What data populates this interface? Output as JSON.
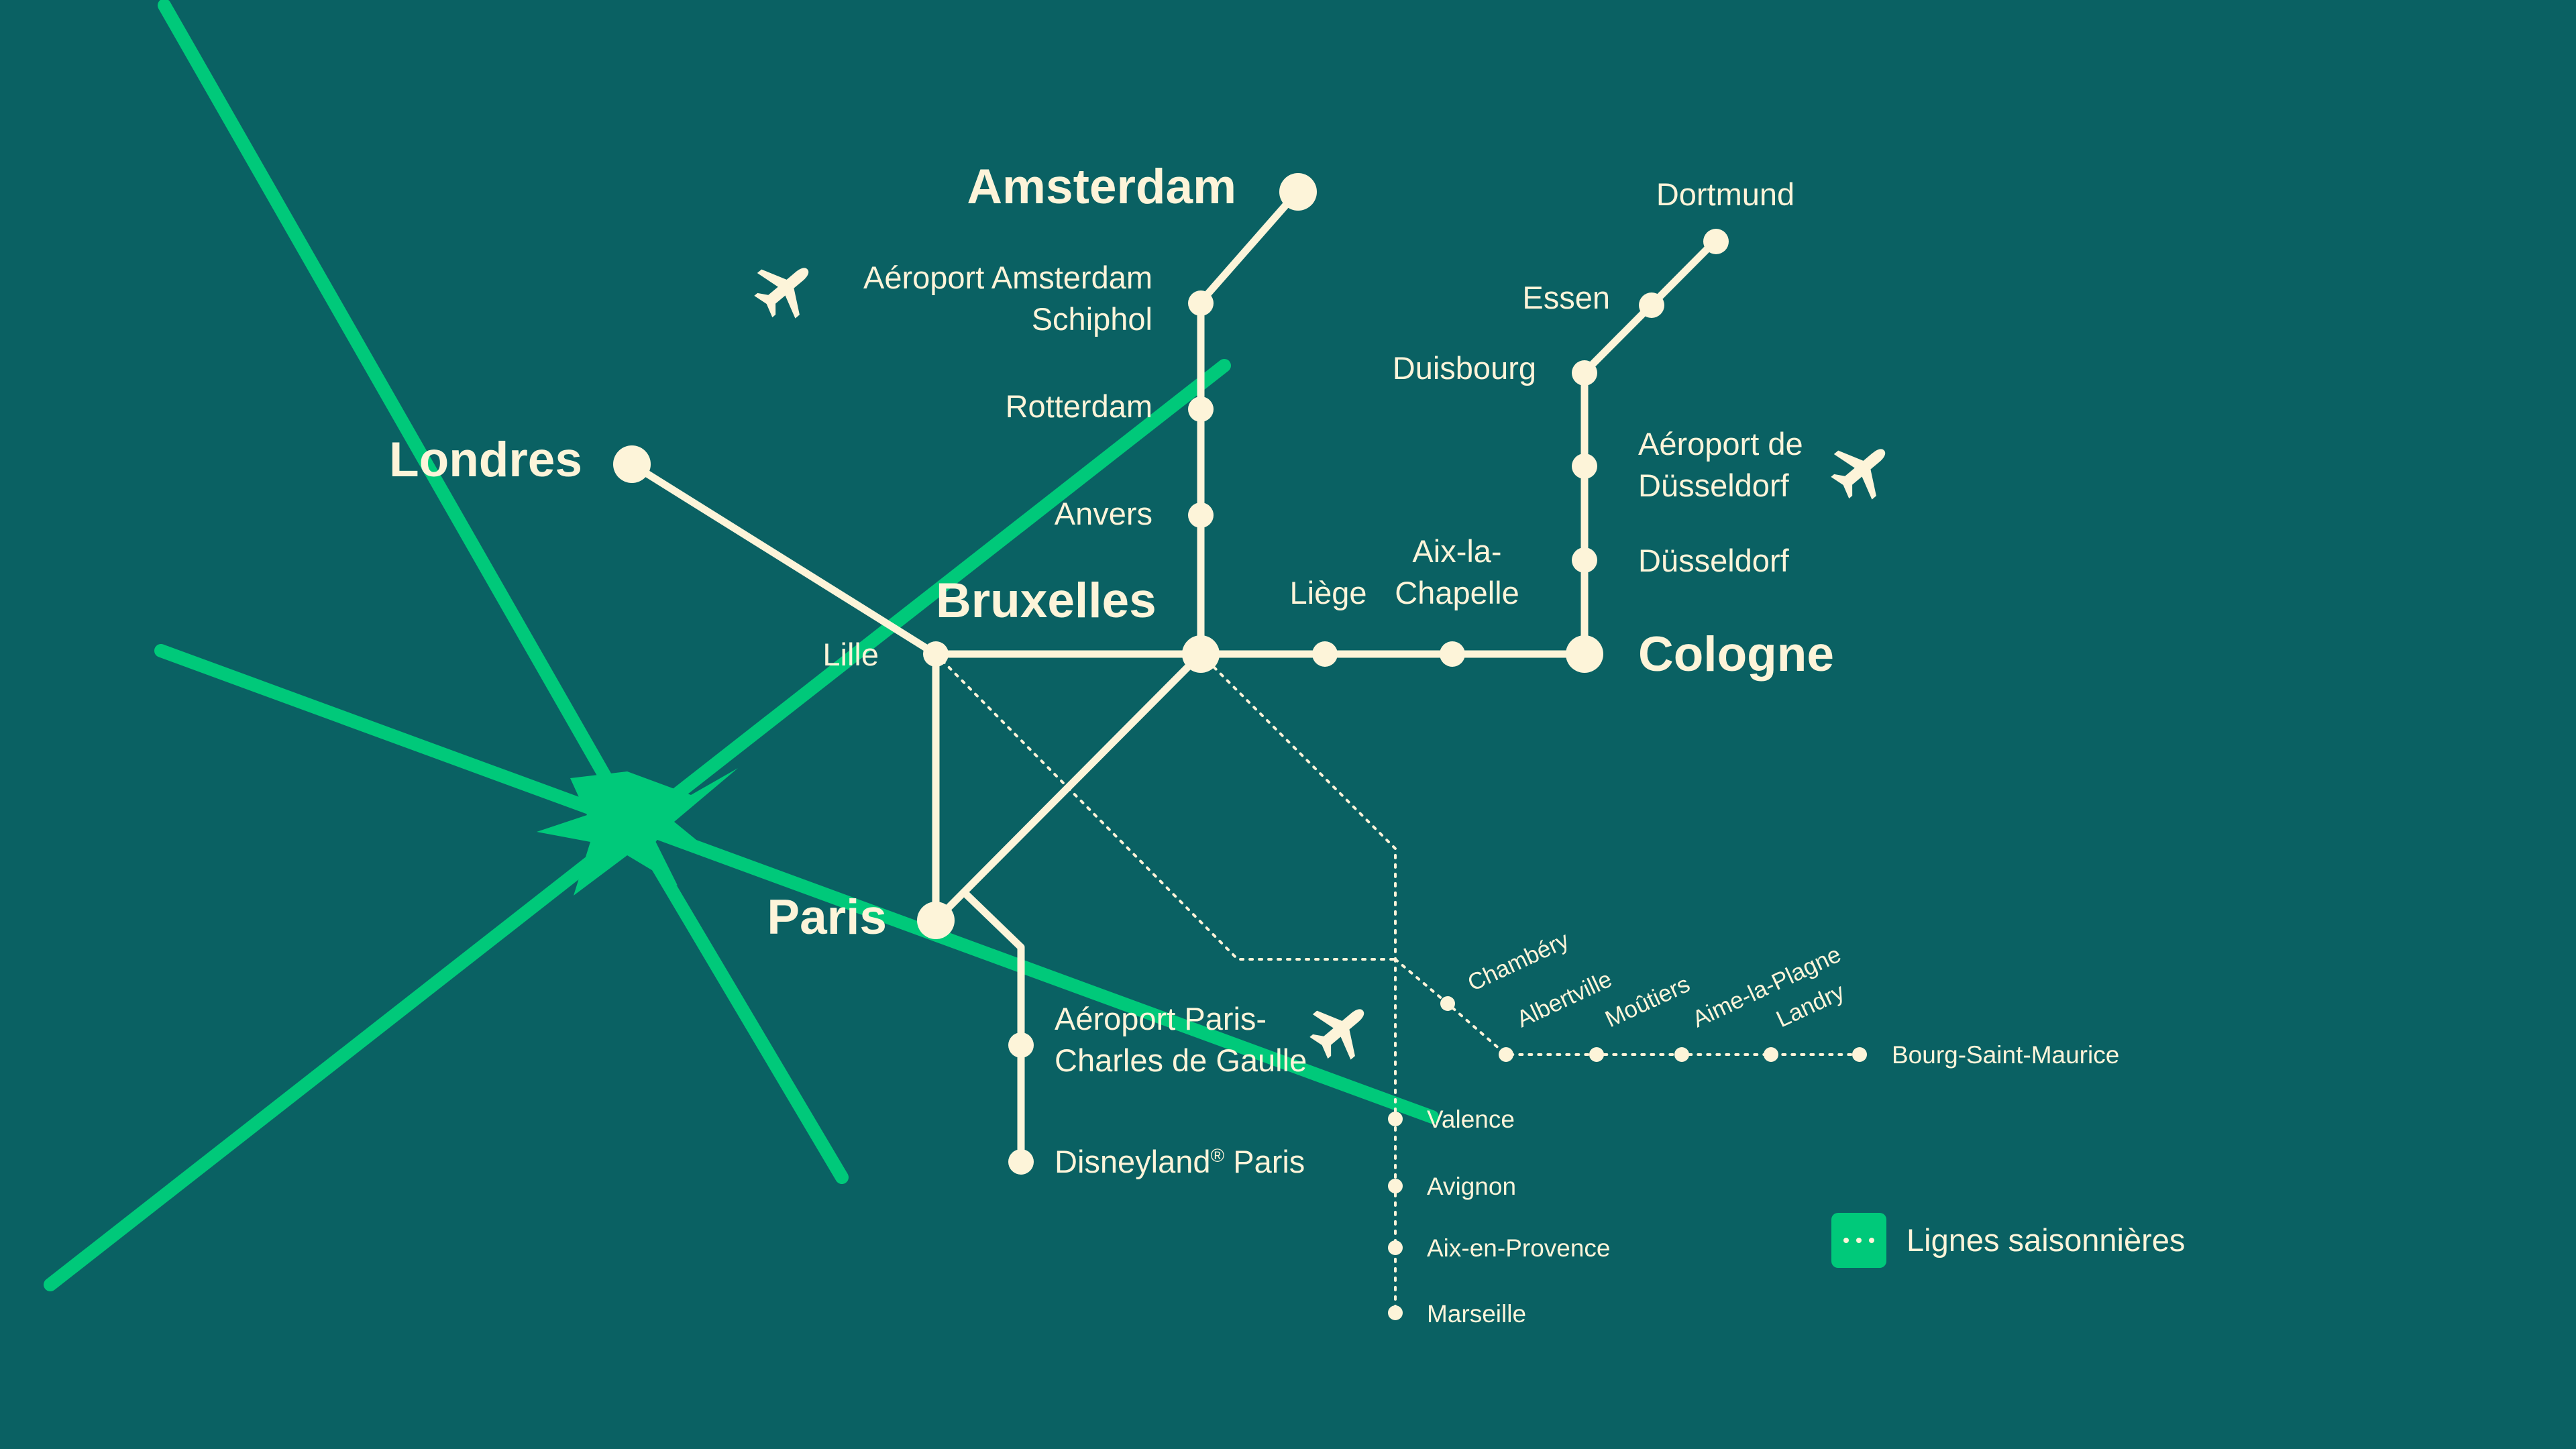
{
  "map": {
    "colors": {
      "background": "#0a6163",
      "line": "#fdf4d9",
      "star": "#00c97a"
    },
    "stations": {
      "amsterdam": "Amsterdam",
      "schiphol_1": "Aéroport Amsterdam",
      "schiphol_2": "Schiphol",
      "rotterdam": "Rotterdam",
      "anvers": "Anvers",
      "londres": "Londres",
      "bruxelles": "Bruxelles",
      "lille": "Lille",
      "liege": "Liège",
      "aix_chapelle_1": "Aix-la-",
      "aix_chapelle_2": "Chapelle",
      "cologne": "Cologne",
      "dortmund": "Dortmund",
      "essen": "Essen",
      "duisbourg": "Duisbourg",
      "dusseldorf_airport_1": "Aéroport de",
      "dusseldorf_airport_2": "Düsseldorf",
      "dusseldorf": "Düsseldorf",
      "paris": "Paris",
      "cdg_1": "Aéroport Paris-",
      "cdg_2": "Charles de Gaulle",
      "disneyland_a": "Disneyland",
      "disneyland_reg": "®",
      "disneyland_b": " Paris",
      "chambery": "Chambéry",
      "albertville": "Albertville",
      "moutiers": "Moûtiers",
      "aime": "Aime-la-Plagne",
      "landry": "Landry",
      "bourg": "Bourg-Saint-Maurice",
      "valence": "Valence",
      "avignon": "Avignon",
      "aix_provence": "Aix-en-Provence",
      "marseille": "Marseille"
    },
    "legend": {
      "icon": "dotted-line-icon",
      "label": "Lignes saisonnières"
    },
    "icons": {
      "airport": "airplane-icon"
    }
  }
}
